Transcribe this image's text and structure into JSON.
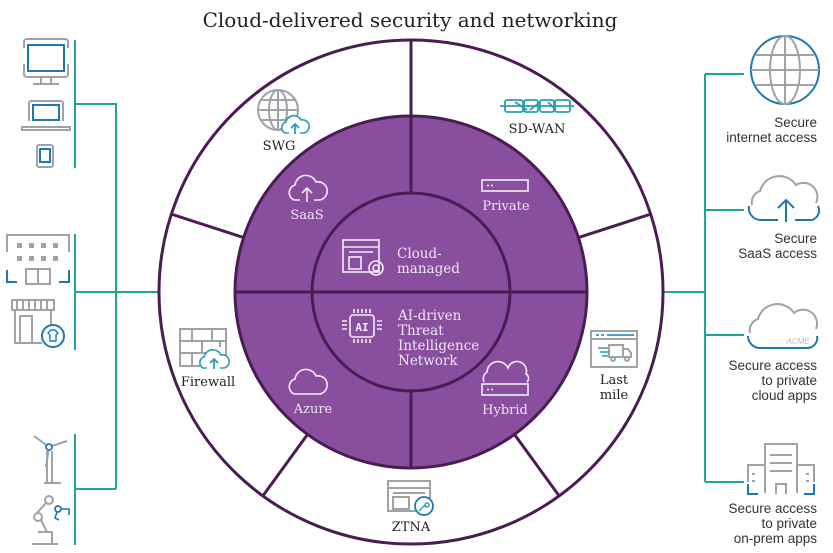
{
  "title": "Cloud-delivered security and networking",
  "colors": {
    "ring_purple": "#8a4e9e",
    "outline": "#4a1d52",
    "connector": "#1fa596",
    "icon_gray": "#9fa3a8",
    "icon_blue": "#1f78b4"
  },
  "core": {
    "top": {
      "line1": "Cloud-",
      "line2": "managed",
      "icon": "cloud-managed-window-gear-icon"
    },
    "bottom": {
      "line1": "AI-driven",
      "line2": "Threat",
      "line3": "Intelligence",
      "line4": "Network",
      "icon": "ai-chip-icon",
      "chip_text": "AI"
    }
  },
  "inner_ring": [
    {
      "label": "SaaS",
      "icon": "cloud-upload-icon"
    },
    {
      "label": "Private",
      "icon": "server-icon"
    },
    {
      "label": "Azure",
      "icon": "cloud-icon"
    },
    {
      "label": "Hybrid",
      "icon": "cloud-server-icon"
    }
  ],
  "outer_ring": [
    {
      "label": "SWG",
      "icon": "globe-cloud-icon"
    },
    {
      "label": "SD-WAN",
      "icon": "sdwan-network-icon"
    },
    {
      "label_line1": "Last",
      "label_line2": "mile",
      "icon": "delivery-truck-window-icon"
    },
    {
      "label": "ZTNA",
      "icon": "window-key-icon"
    },
    {
      "label": "Firewall",
      "icon": "brick-wall-cloud-icon"
    }
  ],
  "left_groups": [
    {
      "name": "devices",
      "icons": [
        "desktop-monitor-icon",
        "laptop-icon",
        "mobile-phone-icon"
      ]
    },
    {
      "name": "offices",
      "icons": [
        "office-building-icon",
        "retail-store-icon"
      ]
    },
    {
      "name": "iot",
      "icons": [
        "wind-turbine-icon",
        "industrial-robot-arm-icon"
      ]
    }
  ],
  "right_items": [
    {
      "line1": "Secure",
      "line2": "internet access",
      "icon": "globe-icon"
    },
    {
      "line1": "Secure",
      "line2": "SaaS access",
      "icon": "cloud-upload-icon"
    },
    {
      "line1": "Secure access",
      "line2": "to private",
      "line3": "cloud apps",
      "icon": "acme-cloud-icon",
      "icon_text": "ACME"
    },
    {
      "line1": "Secure access",
      "line2": "to private",
      "line3": "on-prem apps",
      "icon": "datacenter-building-icon"
    }
  ]
}
